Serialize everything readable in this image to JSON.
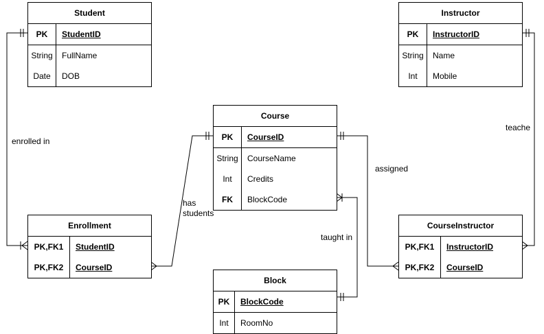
{
  "entities": {
    "student": {
      "title": "Student",
      "rows": [
        {
          "key": "PK",
          "name": "StudentID"
        },
        {
          "key": "String",
          "name": "FullName"
        },
        {
          "key": "Date",
          "name": "DOB"
        }
      ]
    },
    "instructor": {
      "title": "Instructor",
      "rows": [
        {
          "key": "PK",
          "name": "InstructorID"
        },
        {
          "key": "String",
          "name": "Name"
        },
        {
          "key": "Int",
          "name": "Mobile"
        }
      ]
    },
    "course": {
      "title": "Course",
      "rows": [
        {
          "key": "PK",
          "name": "CourseID"
        },
        {
          "key": "String",
          "name": "CourseName"
        },
        {
          "key": "Int",
          "name": "Credits"
        },
        {
          "key": "FK",
          "name": "BlockCode"
        }
      ]
    },
    "enrollment": {
      "title": "Enrollment",
      "rows": [
        {
          "key": "PK,FK1",
          "name": "StudentID"
        },
        {
          "key": "PK,FK2",
          "name": "CourseID"
        }
      ]
    },
    "courseinstructor": {
      "title": "CourseInstructor",
      "rows": [
        {
          "key": "PK,FK1",
          "name": "InstructorID"
        },
        {
          "key": "PK,FK2",
          "name": "CourseID"
        }
      ]
    },
    "block": {
      "title": "Block",
      "rows": [
        {
          "key": "PK",
          "name": "BlockCode"
        },
        {
          "key": "Int",
          "name": "RoomNo"
        }
      ]
    }
  },
  "relationships": {
    "enrolled_in": "enrolled in",
    "has_students_1": "has",
    "has_students_2": "students",
    "assigned": "assigned",
    "taught_in": "taught in",
    "teaches": "teache"
  }
}
